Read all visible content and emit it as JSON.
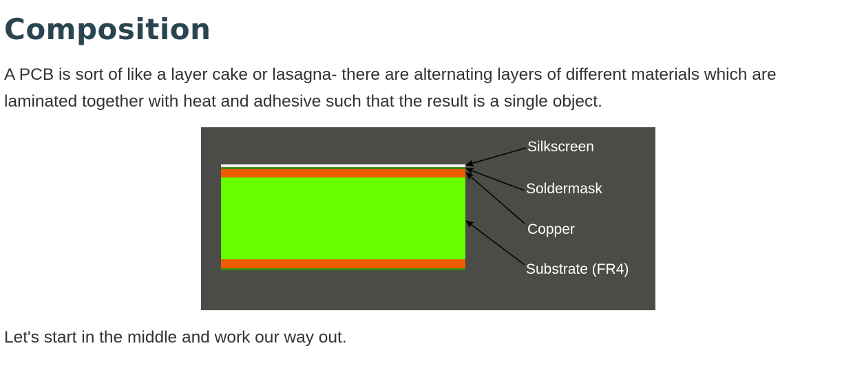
{
  "heading": "Composition",
  "intro": "A PCB is sort of like a layer cake or lasagna- there are alternating layers of different materials which are laminated together with heat and adhesive such that the result is a single object.",
  "figure": {
    "labels": [
      "Silkscreen",
      "Soldermask",
      "Copper",
      "Substrate (FR4)"
    ],
    "colors": {
      "background": "#4b4b47",
      "silkscreen": "#f2f2f2",
      "soldermask": "#f05a00",
      "substrate": "#66ff00",
      "bottom": "#3a8a10"
    }
  },
  "outro": "Let's start in the middle and work our way out."
}
